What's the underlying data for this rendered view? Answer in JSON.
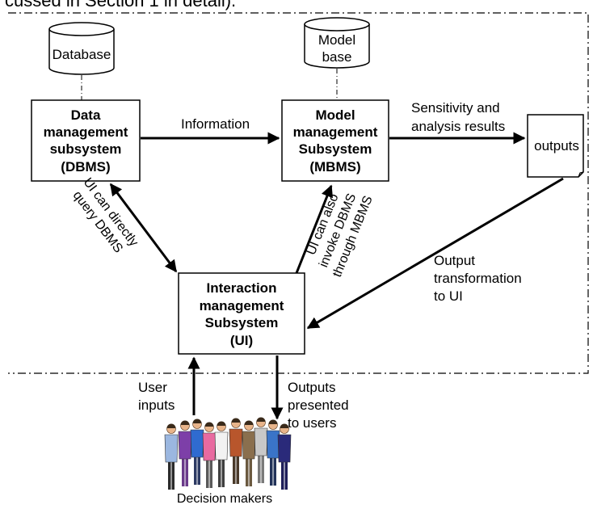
{
  "header": {
    "text": "cussed in Section 1 in detail)."
  },
  "stores": {
    "database": "Database",
    "model_base": [
      "Model",
      "base"
    ]
  },
  "boxes": {
    "dbms": [
      "Data",
      "management",
      "subsystem",
      "(DBMS)"
    ],
    "mbms": [
      "Model",
      "management",
      "Subsystem",
      "(MBMS)"
    ],
    "ui": [
      "Interaction",
      "management",
      "Subsystem",
      "(UI)"
    ],
    "outputs": "outputs"
  },
  "edges": {
    "information": "Information",
    "sensitivity": [
      "Sensitivity and",
      "analysis results"
    ],
    "ui_query": [
      "UI can directly",
      "query DBMS"
    ],
    "ui_invoke": [
      "UI can also",
      "invoke DBMS",
      "through MBMS"
    ],
    "output_transformation": [
      "Output",
      "transformation",
      "to UI"
    ],
    "user_inputs": [
      "User",
      "inputs"
    ],
    "outputs_presented": [
      "Outputs",
      "presented",
      "to users"
    ]
  },
  "people": {
    "label": "Decision makers",
    "shirt_colors": [
      "#9bb7e0",
      "#7d3fa8",
      "#2f6bd0",
      "#e86aa0",
      "#f2f2f2",
      "#b8562c",
      "#8a6f4e",
      "#c8c8c8",
      "#3a74c8",
      "#2a2a7a"
    ]
  }
}
